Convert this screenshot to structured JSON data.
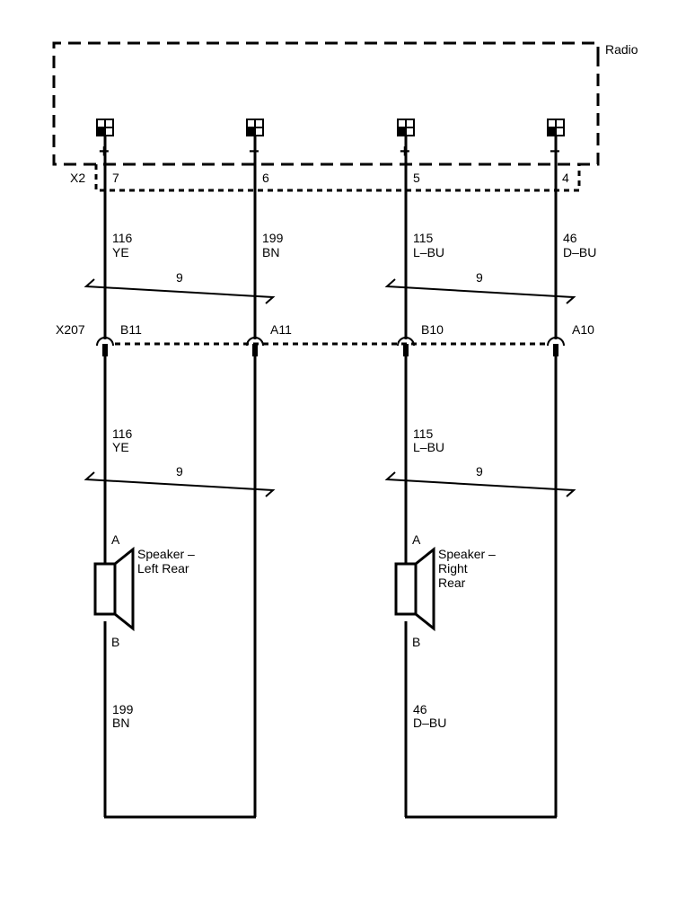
{
  "module": {
    "label": "Radio"
  },
  "connectors": {
    "top": {
      "label": "X2"
    },
    "inline": {
      "label": "X207"
    }
  },
  "terminals": [
    {
      "pin": "7",
      "polarity": "+",
      "circuit": "116",
      "color": "YE",
      "inline_pin": "B11"
    },
    {
      "pin": "6",
      "polarity": "−",
      "circuit": "199",
      "color": "BN",
      "inline_pin": "A11"
    },
    {
      "pin": "5",
      "polarity": "+",
      "circuit": "115",
      "color": "L–BU",
      "inline_pin": "B10"
    },
    {
      "pin": "4",
      "polarity": "−",
      "circuit": "46",
      "color": "D–BU",
      "inline_pin": "A10"
    }
  ],
  "twist_labels": {
    "t1": "9",
    "t2": "9",
    "t3": "9",
    "t4": "9"
  },
  "lower_wires": {
    "left_upper": {
      "circuit": "116",
      "color": "YE"
    },
    "right_upper": {
      "circuit": "115",
      "color": "L–BU"
    },
    "left_lower": {
      "circuit": "199",
      "color": "BN"
    },
    "right_lower": {
      "circuit": "46",
      "color": "D–BU"
    }
  },
  "speakers": {
    "left": {
      "pin_a": "A",
      "pin_b": "B",
      "name_line1": "Speaker –",
      "name_line2": "Left Rear",
      "name_line3": ""
    },
    "right": {
      "pin_a": "A",
      "pin_b": "B",
      "name_line1": "Speaker –",
      "name_line2": "Right",
      "name_line3": "Rear"
    }
  }
}
